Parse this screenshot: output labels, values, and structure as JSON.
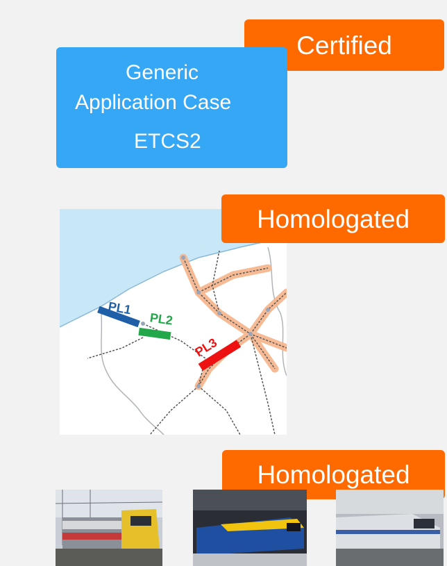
{
  "badges": {
    "certified": "Certified",
    "homologated_map": "Homologated",
    "homologated_trains": "Homologated"
  },
  "application_case": {
    "line1": "Generic",
    "line2": "Application Case",
    "line3": "ETCS2"
  },
  "map": {
    "labels": {
      "pl1": "PL1",
      "pl2": "PL2",
      "pl3": "PL3"
    }
  },
  "colors": {
    "orange": "#ff6a00",
    "blue_box": "#35a7f5",
    "pl1": "#1f5fa8",
    "pl2": "#22a84a",
    "pl3": "#ee1111",
    "background": "#f2f2f2"
  },
  "photos": [
    "double-deck-passenger-train",
    "blue-yellow-electric-locomotive",
    "silver-electric-locomotive"
  ]
}
